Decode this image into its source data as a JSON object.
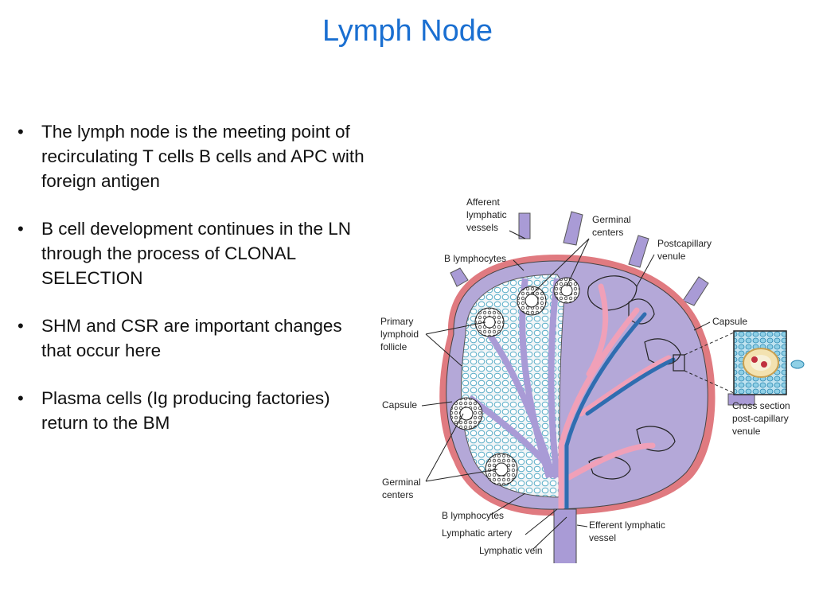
{
  "title": "Lymph Node",
  "bullets": [
    "The lymph node is the meeting point of recirculating T cells B cells and APC with foreign antigen",
    "B cell development continues in the LN through the process of CLONAL SELECTION",
    "SHM and CSR are important changes that occur here",
    "Plasma cells (Ig producing factories) return to the BM"
  ],
  "diagram": {
    "labels": {
      "afferent": [
        "Afferent",
        "lymphatic",
        "vessels"
      ],
      "germinal_top": [
        "Germinal",
        "centers"
      ],
      "postcapillary": [
        "Postcapillary",
        "venule"
      ],
      "b_lymph_top": "B lymphocytes",
      "primary": [
        "Primary",
        "lymphoid",
        "follicle"
      ],
      "capsule_right": "Capsule",
      "capsule_left": "Capsule",
      "cross_section": [
        "Cross section",
        "post-capillary",
        "venule"
      ],
      "germinal_bottom": [
        "Germinal",
        "centers"
      ],
      "b_lymph_bottom": "B lymphocytes",
      "lymph_artery": "Lymphatic artery",
      "lymph_vein": "Lymphatic vein",
      "efferent": [
        "Efferent lymphatic",
        "vessel"
      ]
    },
    "colors": {
      "node": "#b4a8d8",
      "capsule": "#e07a80",
      "vessel": "#a99bd6",
      "artery": "#f0a0b8",
      "vein": "#2f6db0",
      "cortex": "#eef1f4",
      "cell": "#6cc0d8"
    }
  }
}
